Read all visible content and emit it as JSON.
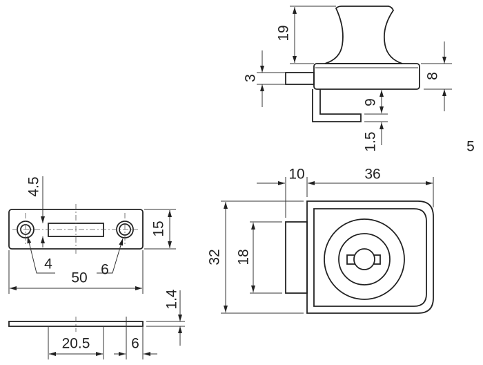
{
  "top_view": {
    "dim_height_knob": "19",
    "dim_pin": "3",
    "dim_base": "8",
    "dim_hook_gap": "9",
    "dim_hook_thickness": "1.5"
  },
  "figure_number": "5",
  "strike_plate": {
    "dim_slot_offset": "4.5",
    "dim_height": "15",
    "dim_hole_small": "4",
    "dim_hole_large": "6",
    "dim_length": "50",
    "dim_thickness": "1.4",
    "dim_slot_length": "20.5",
    "dim_edge": "6"
  },
  "lock_front": {
    "dim_protrusion": "10",
    "dim_width": "36",
    "dim_height": "32",
    "dim_protrusion_height": "18"
  }
}
